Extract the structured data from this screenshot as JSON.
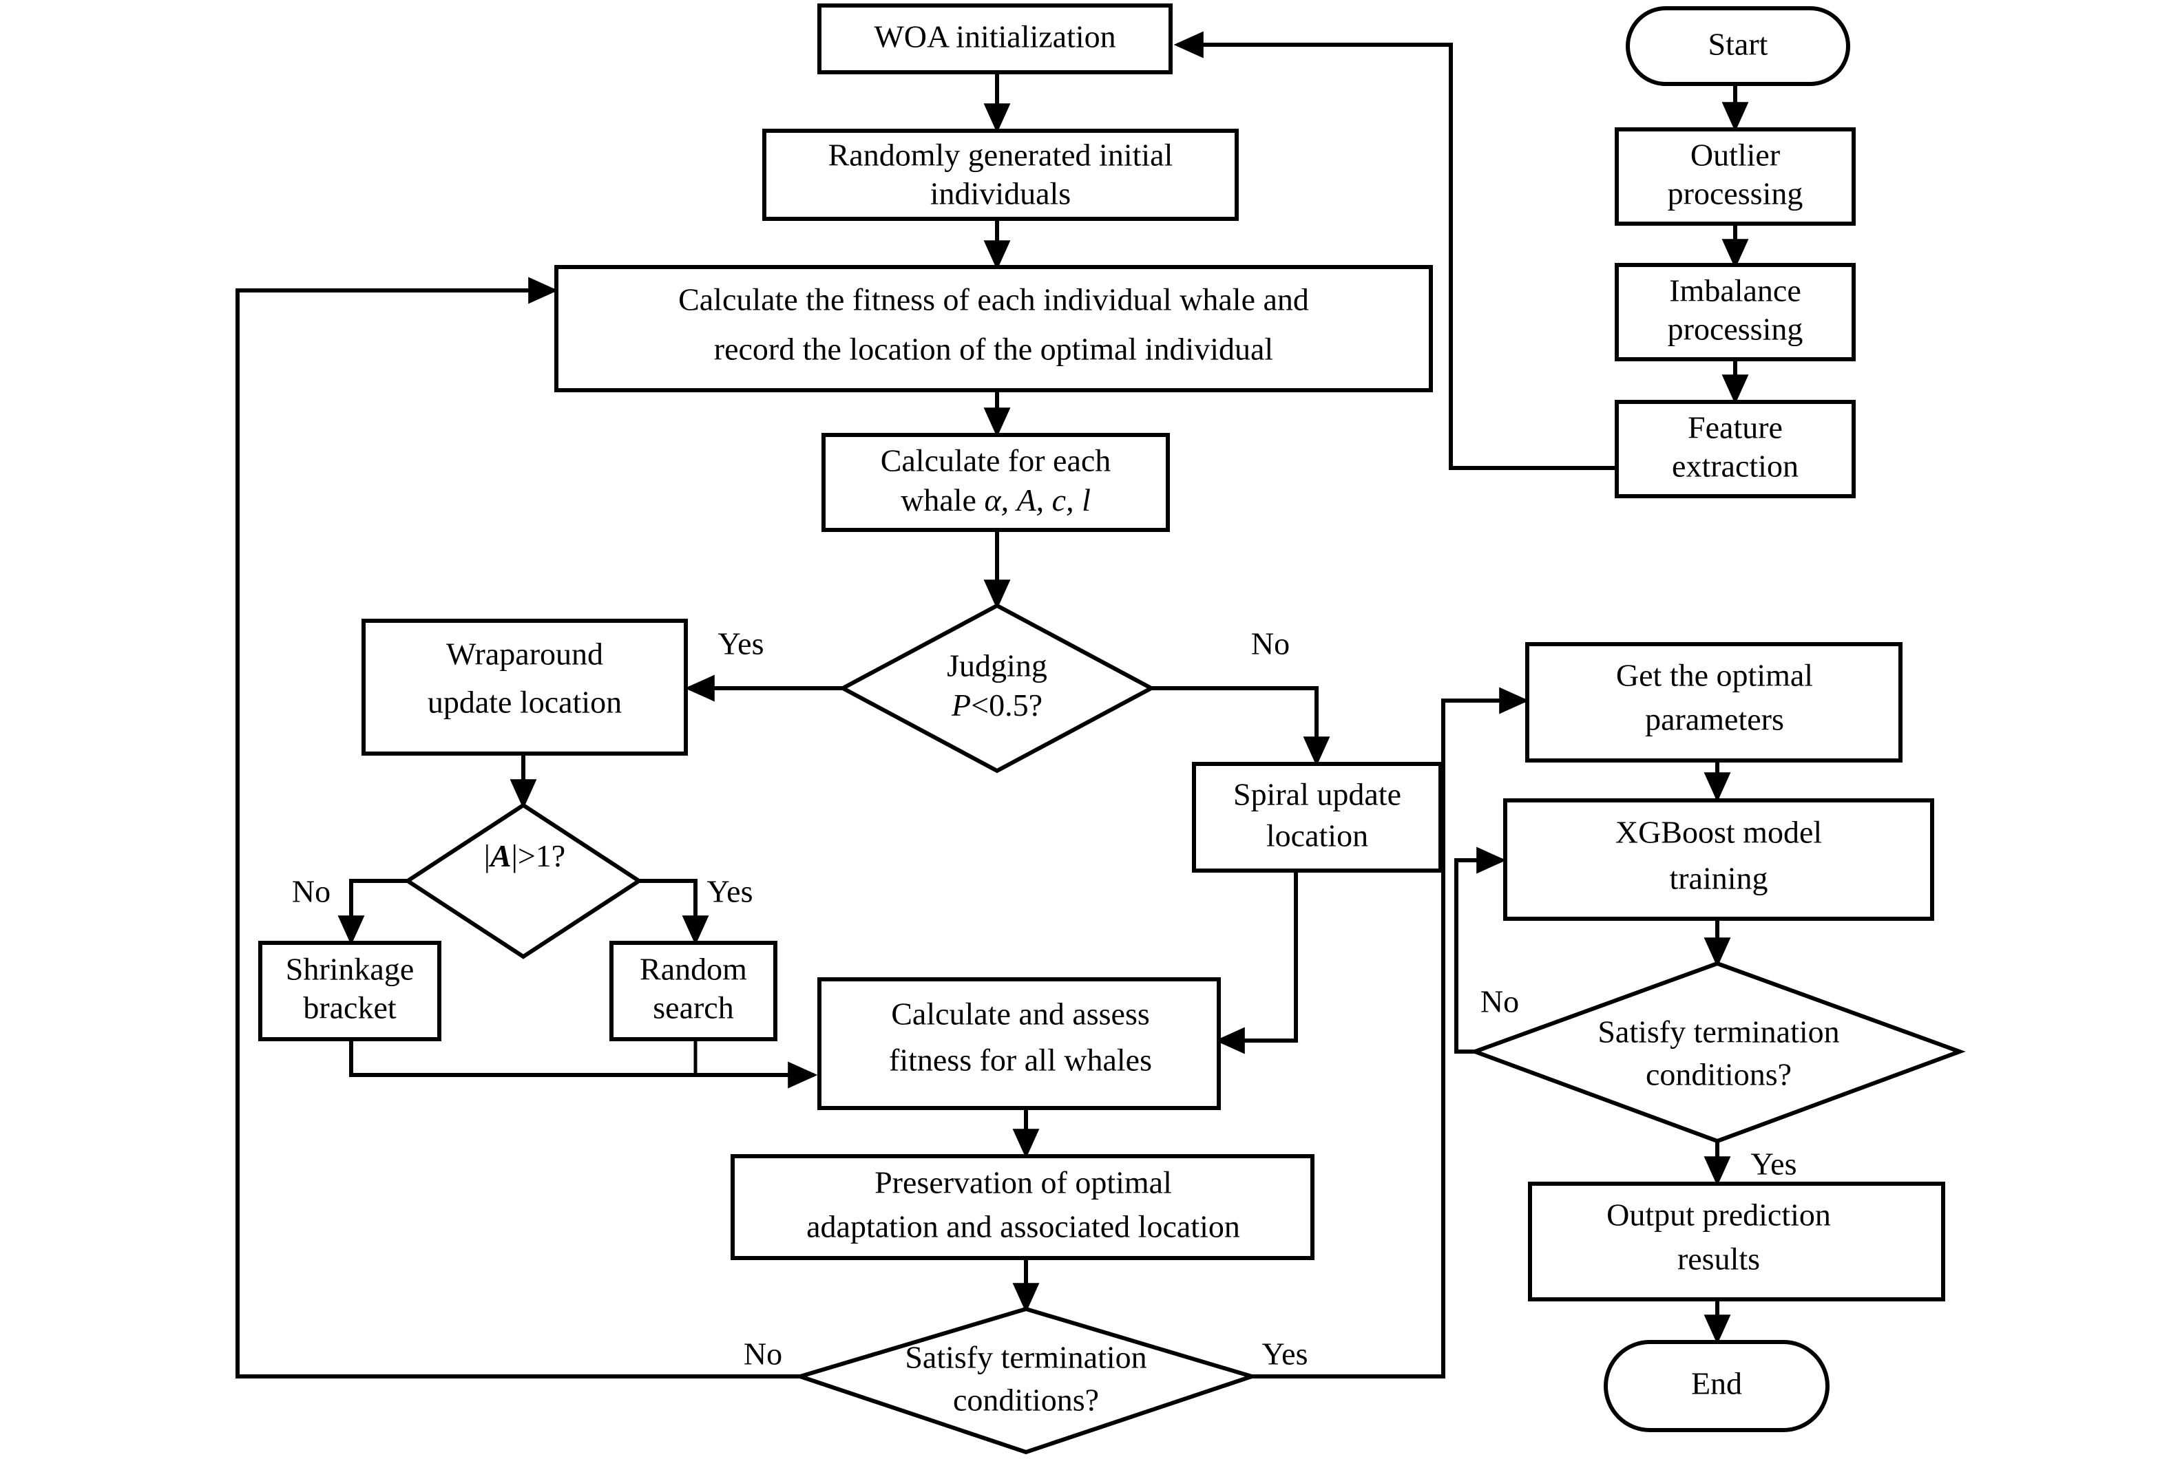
{
  "diagram": {
    "title": "WOA-XGBoost optimization flowchart",
    "stroke_color": "#000000",
    "fill_color": "#ffffff",
    "background": "#ffffff"
  },
  "nodes": {
    "start": "Start",
    "outlier_processing": "Outlier\nprocessing",
    "outlier_processing_l1": "Outlier",
    "outlier_processing_l2": "processing",
    "imbalance_processing_l1": "Imbalance",
    "imbalance_processing_l2": "processing",
    "feature_extraction_l1": "Feature",
    "feature_extraction_l2": "extraction",
    "woa_initialization": "WOA initialization",
    "random_individuals_l1": "Randomly generated initial",
    "random_individuals_l2": "individuals",
    "calc_fitness_l1": "Calculate the fitness of each individual whale and",
    "calc_fitness_l2": "record the location of the optimal individual",
    "calc_each_whale_l1": "Calculate for each",
    "calc_each_whale_l2_prefix": "whale ",
    "calc_each_whale_l2_symbols": "α, A, c, l",
    "judging_l1": "Judging",
    "judging_l2": "P<0.5?",
    "wraparound_l1": "Wraparound",
    "wraparound_l2": "update location",
    "a_gt_1": "|A|>1?",
    "shrinkage_l1": "Shrinkage",
    "shrinkage_l2": "bracket",
    "random_search_l1": "Random",
    "random_search_l2": "search",
    "spiral_update_l1": "Spiral update",
    "spiral_update_l2": "location",
    "calc_assess_l1": "Calculate and assess",
    "calc_assess_l2": "fitness for all whales",
    "preservation_l1": "Preservation of optimal",
    "preservation_l2": "adaptation and associated location",
    "satisfy_term_left_l1": "Satisfy termination",
    "satisfy_term_left_l2": "conditions?",
    "get_optimal_params_l1": "Get the optimal",
    "get_optimal_params_l2": "parameters",
    "xgboost_training_l1": "XGBoost model",
    "xgboost_training_l2": "training",
    "satisfy_term_right_l1": "Satisfy termination",
    "satisfy_term_right_l2": "conditions?",
    "output_prediction_l1": "Output prediction",
    "output_prediction_l2": "results",
    "end": "End"
  },
  "edge_labels": {
    "judging_yes": "Yes",
    "judging_no": "No",
    "a_gt1_no": "No",
    "a_gt1_yes": "Yes",
    "term_left_no": "No",
    "term_left_yes": "Yes",
    "term_right_no": "No",
    "term_right_yes": "Yes"
  }
}
